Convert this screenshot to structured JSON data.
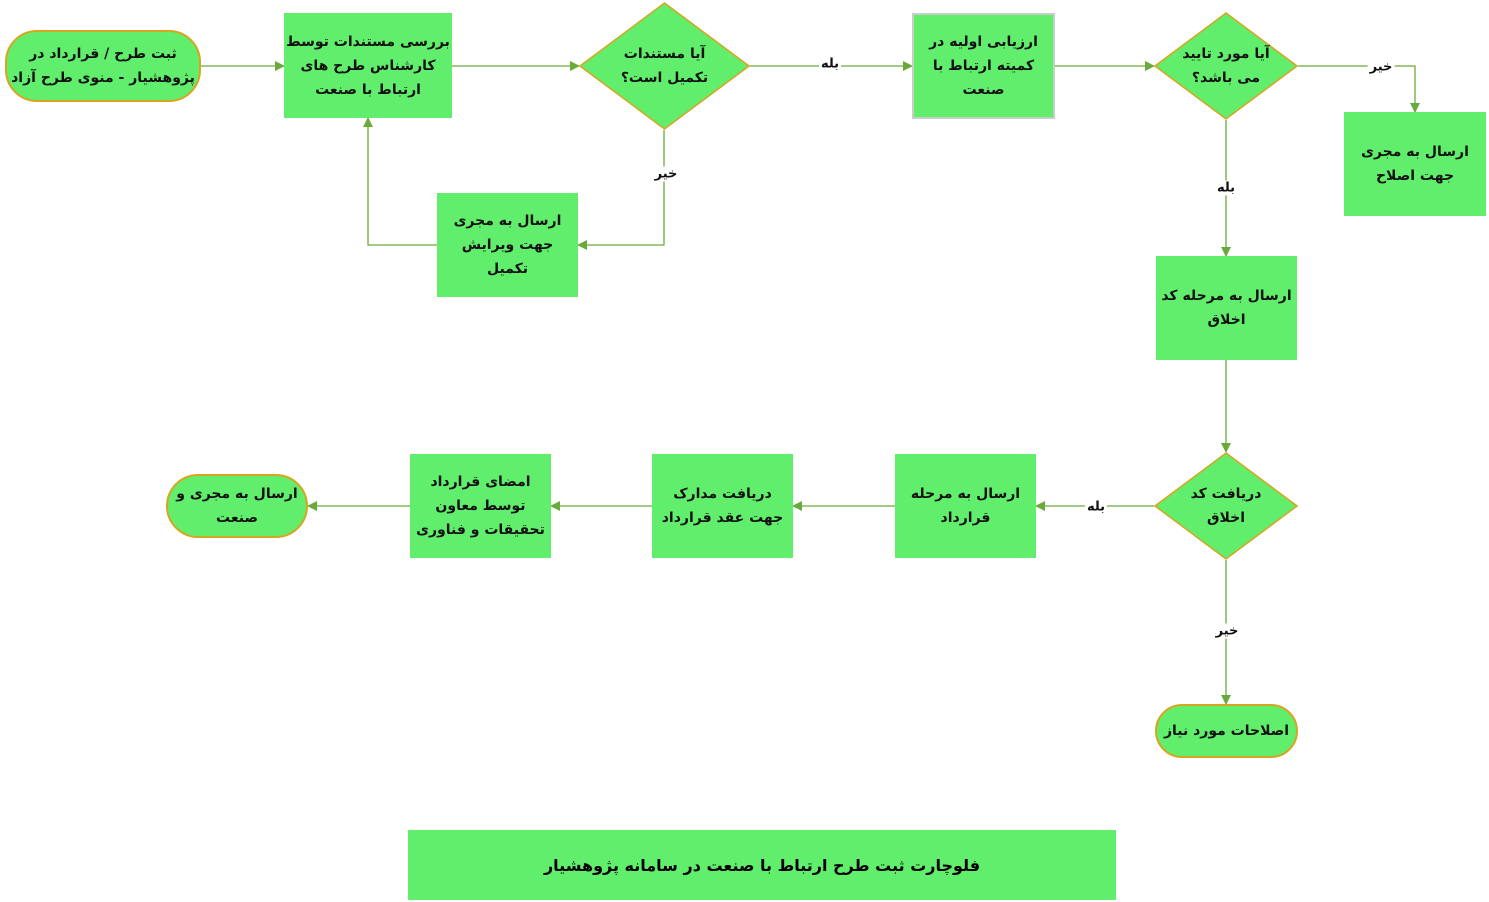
{
  "colors": {
    "fill": "#60ee6c",
    "line": "#6aaa3a",
    "border": "#d9a520"
  },
  "nodes": {
    "start": [
      "ثبت طرح / قرارداد در",
      "پژوهشیار - منوی طرح آزاد"
    ],
    "review": [
      "بررسی مستندات توسط",
      "کارشناس طرح های",
      "ارتباط با صنعت"
    ],
    "docs_complete": [
      "آیا مستندات",
      "تکمیل است؟"
    ],
    "send_edit": [
      "ارسال به مجری",
      "جهت ویرایش",
      "تکمیل"
    ],
    "initial_eval": [
      "ارزیابی اولیه در",
      "کمیته ارتباط با",
      "صنعت"
    ],
    "approved": [
      "آیا مورد تایید",
      "می باشد؟"
    ],
    "send_fix": [
      "ارسال به مجری",
      "جهت اصلاح"
    ],
    "ethics_stage": [
      "ارسال به مرحله کد",
      "اخلاق"
    ],
    "ethics_code": [
      "دریافت کد",
      "اخلاق"
    ],
    "contract_stage": [
      "ارسال به مرحله",
      "قرارداد"
    ],
    "receive_docs": [
      "دریافت مدارک",
      "جهت عقد قرارداد"
    ],
    "sign": [
      "امضای قرارداد",
      "توسط معاون",
      "تحقیقات و فناوری"
    ],
    "end": [
      "ارسال به مجری و",
      "صنعت"
    ],
    "fixes": [
      "اصلاحات مورد نیاز"
    ]
  },
  "labels": {
    "yes1": "بله",
    "no1": "خیر",
    "no2": "خیر",
    "yes2": "بله",
    "yes3": "بله",
    "no3": "خیر"
  },
  "title": "فلوچارت ثبت طرح ارتباط با صنعت در سامانه پژوهشیار"
}
